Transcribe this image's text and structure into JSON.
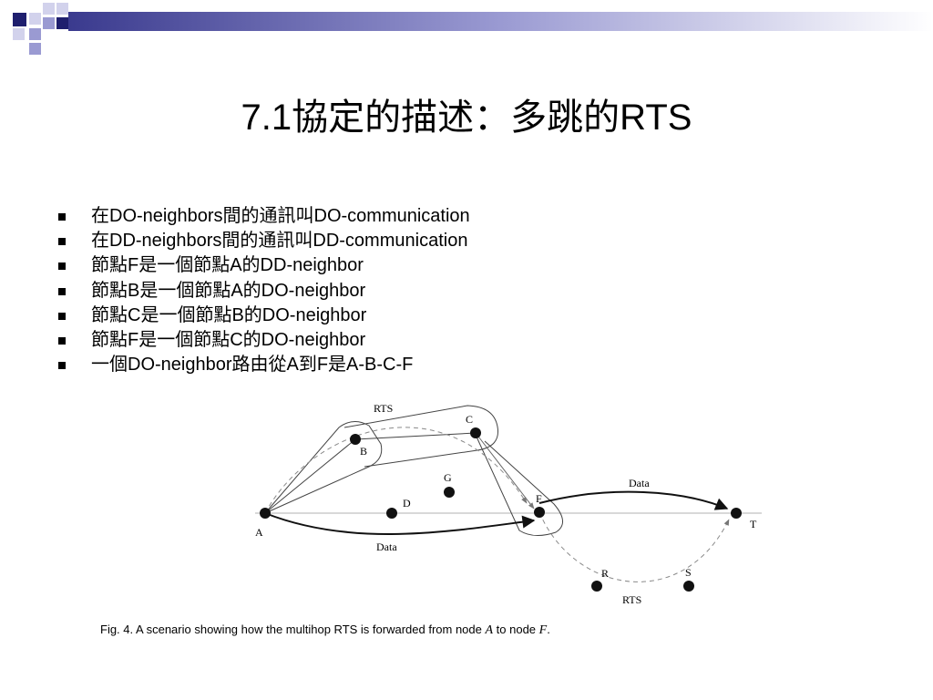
{
  "slide": {
    "title": "7.1協定的描述：多跳的RTS",
    "bullets": [
      {
        "text": "在DO-neighbors間的通訊叫DO-communication"
      },
      {
        "text": "在DD-neighbors間的通訊叫DD-communication"
      },
      {
        "text": "節點F是一個節點A的DD-neighbor"
      },
      {
        "text": "節點B是一個節點A的DO-neighbor"
      },
      {
        "text": "節點C是一個節點B的DO-neighbor"
      },
      {
        "text": "節點F是一個節點C的DO-neighbor"
      },
      {
        "text": "一個DO-neighbor路由從A到F是A-B-C-F"
      }
    ]
  },
  "diagram": {
    "nodes": {
      "A": "A",
      "B": "B",
      "C": "C",
      "D": "D",
      "G": "G",
      "F": "F",
      "T": "T",
      "R": "R",
      "S": "S"
    },
    "edge_labels": {
      "rts_top": "RTS",
      "rts_bottom": "RTS",
      "data_lower": "Data",
      "data_upper": "Data"
    }
  },
  "caption": {
    "prefix": "Fig. 4. A scenario showing how the multihop RTS is forwarded from node ",
    "node_from": "A",
    "middle": " to node ",
    "node_to": "F",
    "suffix": "."
  },
  "colors": {
    "decor_navy": "#1f1f6e",
    "decor_lavender": "#9a9ad2",
    "decor_light": "#d2d2ec",
    "diagram_ink": "#111111",
    "dashed": "#8a8a8a"
  }
}
